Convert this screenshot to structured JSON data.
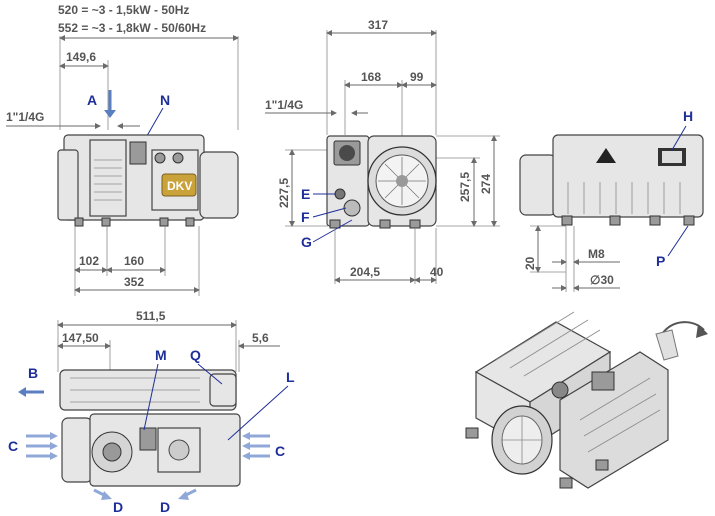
{
  "title_lines": {
    "line_520": "520 = ~3 - 1,5kW - 50Hz",
    "line_552": "552 = ~3 - 1,8kW - 50/60Hz"
  },
  "front_view": {
    "dim_149_6": "149,6",
    "dim_inlet": "1\"1/4G",
    "dim_102": "102",
    "dim_160": "160",
    "dim_352": "352",
    "label_A": "A",
    "label_N": "N",
    "logo": "DKV"
  },
  "side_view": {
    "dim_317": "317",
    "dim_168": "168",
    "dim_99": "99",
    "dim_inlet": "1\"1/4G",
    "dim_227_5": "227,5",
    "dim_257_5": "257,5",
    "dim_274": "274",
    "dim_204_5": "204,5",
    "dim_40": "40",
    "label_E": "E",
    "label_F": "F",
    "label_G": "G"
  },
  "rear_view": {
    "label_H": "H",
    "label_P": "P",
    "dim_M8": "M8",
    "dim_20": "20",
    "dim_30": "∅30"
  },
  "top_view": {
    "dim_511_5": "511,5",
    "dim_147_50": "147,50",
    "dim_5_6": "5,6",
    "label_B": "B",
    "label_M": "M",
    "label_Q": "Q",
    "label_L": "L",
    "label_C_left": "C",
    "label_C_right": "C",
    "label_D_left": "D",
    "label_D_right": "D"
  },
  "colors": {
    "label": "#1f2f9a",
    "dimension": "#555555",
    "arrow": "#5a7fc0",
    "arrow_light": "#8fa8d8"
  }
}
